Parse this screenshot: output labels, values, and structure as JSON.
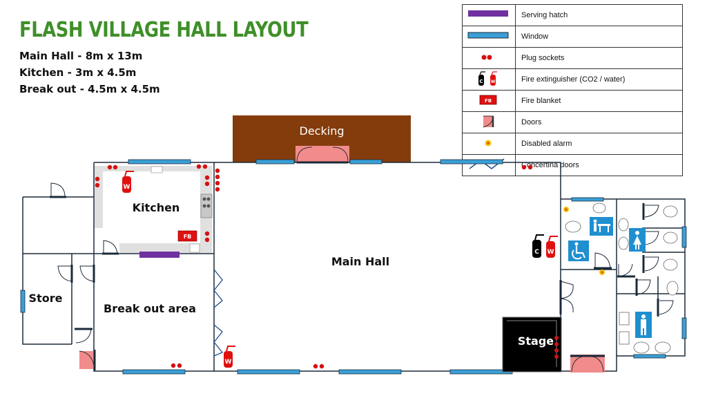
{
  "title": "FLASH VILLAGE HALL LAYOUT",
  "dimensions": [
    "Main Hall - 8m x 13m",
    "Kitchen - 3m x 4.5m",
    "Break out - 4.5m x 4.5m"
  ],
  "rooms": {
    "decking": "Decking",
    "kitchen": "Kitchen",
    "main_hall": "Main Hall",
    "store": "Store",
    "break_out": "Break out area",
    "stage": "Stage"
  },
  "legend": [
    {
      "label": "Serving hatch",
      "icon": "serving-hatch"
    },
    {
      "label": "Window",
      "icon": "window"
    },
    {
      "label": "Plug sockets",
      "icon": "plug-socket"
    },
    {
      "label": "Fire extinguisher (CO2 / water)",
      "icon": "fire-extinguisher"
    },
    {
      "label": "Fire blanket",
      "icon": "fire-blanket"
    },
    {
      "label": "Doors",
      "icon": "door"
    },
    {
      "label": "Disabled alarm",
      "icon": "disabled-alarm"
    },
    {
      "label": "Concertina doors",
      "icon": "concertina-door"
    }
  ],
  "symbol_text": {
    "co2": "C",
    "water": "W",
    "fire_blanket": "FB"
  },
  "colors": {
    "title": "#3f8f29",
    "wall": "#1b2a3a",
    "window": "#3a9fd6",
    "serving_hatch": "#7030a0",
    "plug": "#d41010",
    "decking": "#843c0c",
    "door_fill": "#f28b8b",
    "stage": "#000000",
    "fire_red": "#e01010",
    "toilet_sign": "#1f8fd0",
    "alarm": "#f5c400"
  }
}
